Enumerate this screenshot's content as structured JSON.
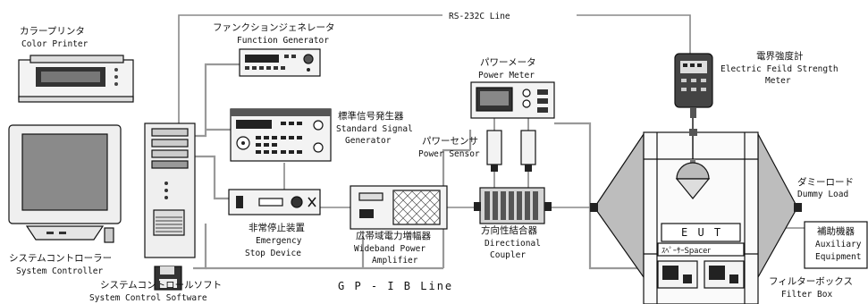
{
  "labels": {
    "rs232c": "RS-232C Line",
    "gpib": "G P - I B Line",
    "color_printer_jp": "カラープリンタ",
    "color_printer_en": "Color Printer",
    "function_gen_jp": "ファンクションジェネレータ",
    "function_gen_en": "Function Generator",
    "power_meter_jp": "パワーメータ",
    "power_meter_en": "Power Meter",
    "efs_meter_jp": "電界強度計",
    "efs_meter_en1": "Electric Feild Strength",
    "efs_meter_en2": "Meter",
    "ssg_jp": "標準信号発生器",
    "ssg_en1": "Standard Signal",
    "ssg_en2": "Generator",
    "power_sensor_jp": "パワーセンサ",
    "power_sensor_en": "Power Sensor",
    "dummy_load_jp": "ダミーロード",
    "dummy_load_en": "Dummy Load",
    "emergency_jp": "非常停止装置",
    "emergency_en1": "Emergency",
    "emergency_en2": "Stop Device",
    "amplifier_jp": "広帯域電力増幅器",
    "amplifier_en1": "Wideband Power",
    "amplifier_en2": "Amplifier",
    "coupler_jp": "方向性結合器",
    "coupler_en1": "Directional",
    "coupler_en2": "Coupler",
    "sys_ctrl_jp": "システムコントローラー",
    "sys_ctrl_en": "System Controller",
    "sys_sw_jp": "システムコントロールソフト",
    "sys_sw_en": "System Control Software",
    "eut": "E U T",
    "spacer": "ｽﾍﾟｰｻｰSpacer",
    "aux_jp": "補助機器",
    "aux_en1": "Auxiliary",
    "aux_en2": "Equipment",
    "filter_jp": "フィルターボックス",
    "filter_en": "Filter Box"
  }
}
